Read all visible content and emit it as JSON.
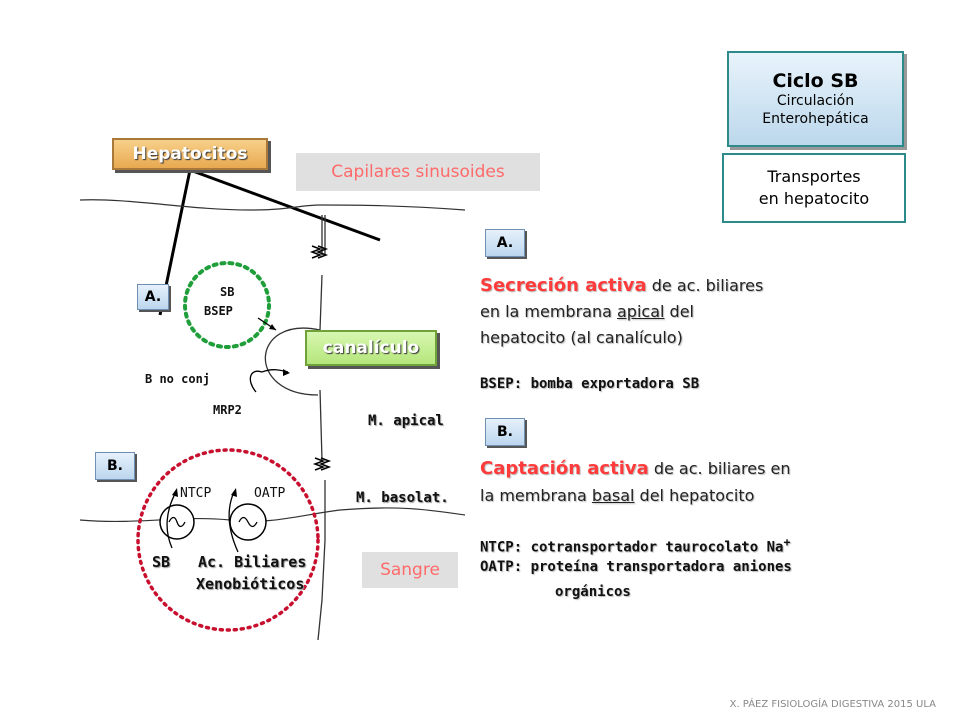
{
  "ciclo": {
    "title": "Ciclo SB",
    "line1": "Circulación",
    "line2": "Enterohepática"
  },
  "transportes": {
    "line1": "Transportes",
    "line2": "en hepatocito"
  },
  "diagram": {
    "hepatocitos": "Hepatocitos",
    "capilares": "Capilares sinusoides",
    "canaliculo": "canalículo",
    "sangre": "Sangre",
    "tag_a": "A.",
    "tag_b": "B.",
    "sb": "SB",
    "bsep": "BSEP",
    "b_no_conj": "B no conj",
    "mrp2": "MRP2",
    "m_apical": "M. apical",
    "m_basolat": "M. basolat.",
    "ntcp": "NTCP",
    "oatp": "OATP",
    "sb_bottom": "SB",
    "ac_biliares": "Ac. Biliares",
    "xenobioticos": "Xenobióticos"
  },
  "section_a": {
    "tag": "A.",
    "highlight": "Secreción activa",
    "line1_rest": " de ac. biliares",
    "line2_pre": "en la membrana ",
    "line2_u": "apical",
    "line2_post": " del",
    "line3": "hepatocito (al canalículo)",
    "def": "BSEP: bomba exportadora SB"
  },
  "section_b": {
    "tag": "B.",
    "highlight": "Captación activa",
    "line1_rest": " de ac. biliares en",
    "line2_pre": "la membrana ",
    "line2_u": "basal",
    "line2_post": " del hepatocito",
    "def1": "NTCP: cotransportador taurocolato Na",
    "def1_sup": "+",
    "def2": "OATP: proteína transportadora aniones",
    "def3": "orgánicos"
  },
  "footer": "X. PÁEZ  FISIOLOGÍA DIGESTIVA 2015 ULA"
}
